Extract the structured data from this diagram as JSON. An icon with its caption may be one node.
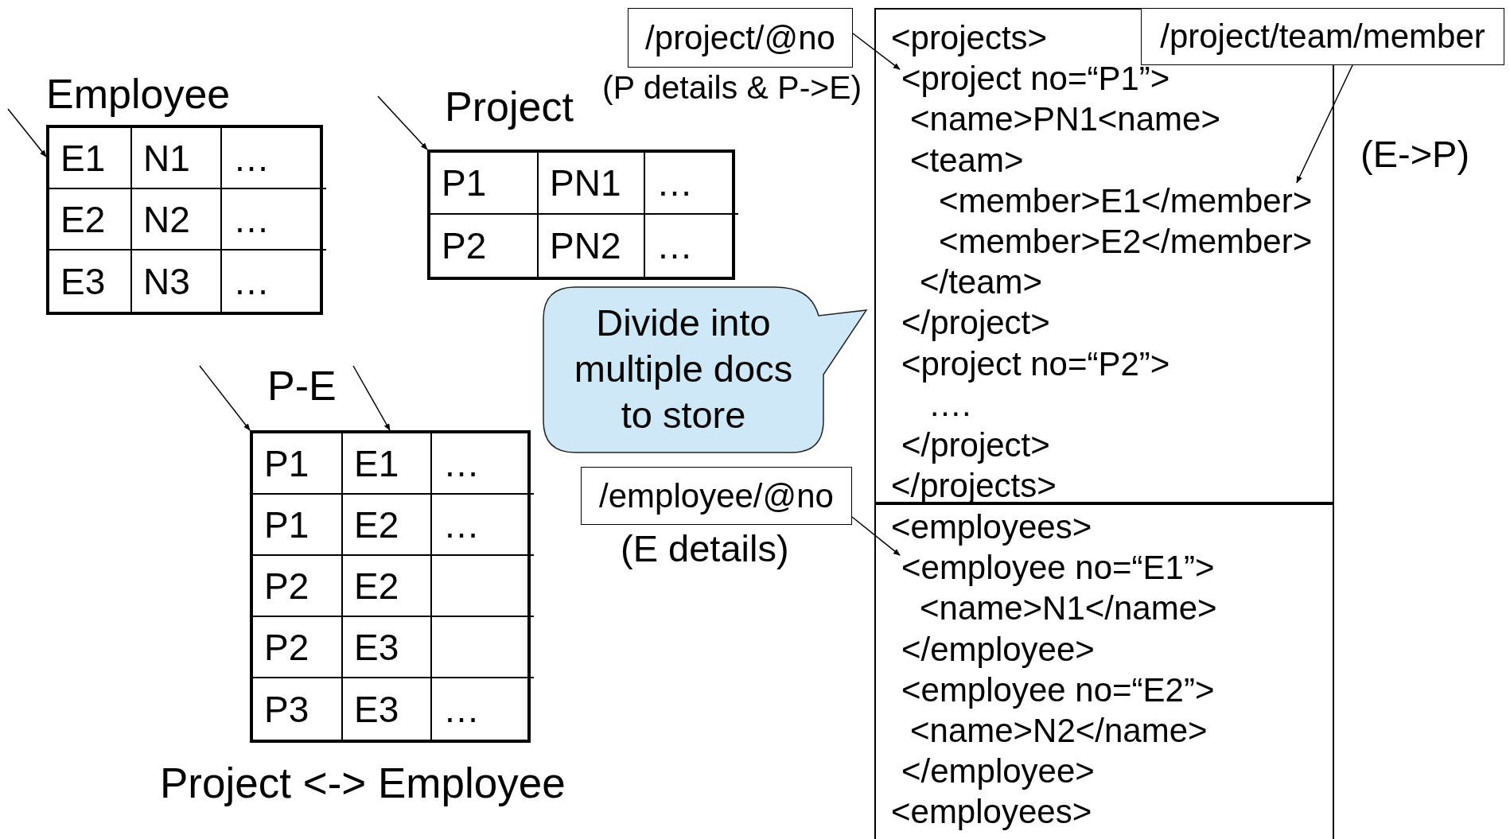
{
  "diagram": {
    "nodes": [
      {
        "text": [
          "Employee",
          "E1",
          "N1",
          "…",
          "E2",
          "N2",
          "…",
          "E3",
          "N3",
          "…"
        ]
      },
      {
        "text": [
          "Project",
          "P1",
          "PN1",
          "…",
          "P2",
          "PN2",
          "…"
        ]
      },
      {
        "text": [
          "/project/@no"
        ],
        "beside": [
          "(P details & P->E)"
        ]
      },
      {
        "text": [
          "<projects>",
          "<name>PN1<name>",
          "<team>",
          "<member>E2</member>",
          "</team>",
          "</project>",
          "<project no=“P2”>",
          "….",
          "</project>",
          "</projects>"
        ]
      },
      {
        "text": [
          "/project/team/member"
        ]
      },
      {
        "text": [
          "<project no=“P1”>"
        ],
        "in": 3
      },
      {
        "text": [
          "<member>E1</member>"
        ],
        "in": 3
      },
      {
        "text": [
          "P-E",
          "P1",
          "E1",
          "…",
          "P1",
          "E2",
          "…",
          "P2",
          "E2",
          "P2",
          "E3",
          "P3",
          "E3",
          "…"
        ],
        "beside": [
          "Project <-> Employee"
        ]
      },
      {
        "text": [
          "Divide into multiple docs to store"
        ]
      },
      {
        "text": [
          "/employee/@no"
        ],
        "beside": [
          "(E details)"
        ]
      },
      {
        "text": [
          "<employees>",
          "<name>N1</name>",
          "</employee>",
          "<employee no=“E2”>",
          "<name>N2</name>",
          "</employee>",
          "<employees>"
        ]
      },
      {
        "text": [
          "<employee no=“E1”>"
        ],
        "in": 10
      }
    ],
    "edges": [
      {
        "from": null,
        "to": 0,
        "arrow": "to"
      },
      {
        "from": null,
        "to": 1,
        "arrow": "to"
      },
      {
        "from": null,
        "to": 7,
        "arrow": "to"
      },
      {
        "from": null,
        "to": 7,
        "arrow": "to"
      },
      {
        "from": 2,
        "to": 5,
        "arrow": "to"
      },
      {
        "from": 4,
        "to": 6,
        "arrow": "to"
      },
      {
        "from": 9,
        "to": 11,
        "arrow": "to"
      }
    ],
    "labels": [
      "(E->P)"
    ]
  }
}
